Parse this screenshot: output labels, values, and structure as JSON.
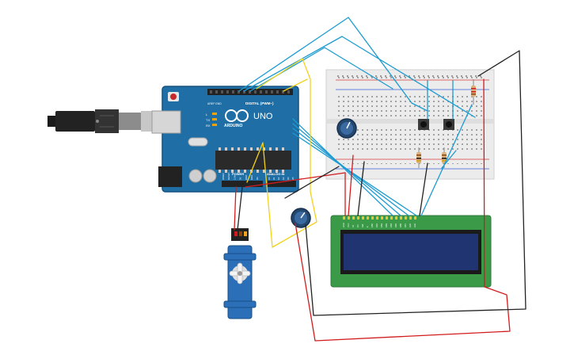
{
  "arduino": {
    "brand": "ARDUINO",
    "model": "UNO",
    "header_digital": "DIGITAL (PWM~)",
    "header_power": "POWER",
    "header_analog": "ANALOG IN",
    "pin_tx": "TX",
    "pin_rx": "RX",
    "pin_l": "L",
    "aref": "AREF",
    "gnd": "GND",
    "power_pins": [
      "IOREF",
      "RESET",
      "3.3V",
      "5V",
      "GND",
      "GND",
      "Vin"
    ],
    "analog_pins": [
      "A0",
      "A1",
      "A2",
      "A3",
      "A4",
      "A5"
    ]
  },
  "lcd": {
    "pin_labels": [
      "GND",
      "VCC",
      "V0",
      "RS",
      "RW",
      "E",
      "DB0",
      "DB1",
      "DB2",
      "DB3",
      "DB4",
      "DB5",
      "DB6",
      "DB7",
      "LED",
      "LED"
    ]
  },
  "colors": {
    "board": "#1f6fa6",
    "breadboard": "#ececec",
    "wire_blue": "#1c9bd1",
    "wire_yellow": "#f2d21b",
    "wire_red": "#d21c1c",
    "wire_black": "#222222",
    "lcd_screen": "#1f3471",
    "lcd_pcb": "#3a9a48",
    "servo": "#2a6fb8"
  }
}
